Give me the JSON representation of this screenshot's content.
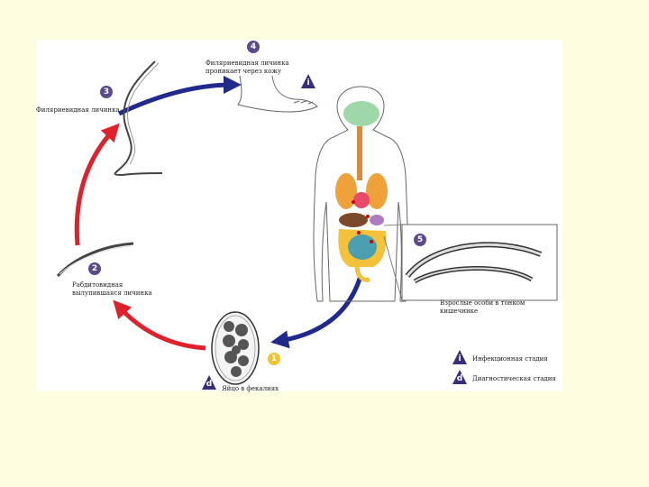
{
  "colors": {
    "page_bg": "#fefde0",
    "panel_bg": "#ffffff",
    "stage_badge": "#5c4a8c",
    "egg_badge": "#f2c42e",
    "infective_arrow": "#1f2a8c",
    "development_arrow": "#e0202a",
    "marker_triangle": "#3a2d78"
  },
  "stages": [
    {
      "number": "4",
      "lines": [
        "Филяриевидная личинка",
        "проникает через кожу"
      ]
    },
    {
      "number": "3",
      "lines": [
        "Филяриевидная личинка"
      ]
    },
    {
      "number": "2",
      "lines": [
        "Рабдитовидная",
        "вылупившаяся личинка"
      ]
    },
    {
      "number": "1",
      "lines": [
        "Яйцо в фекалиях"
      ]
    },
    {
      "number": "5",
      "lines": [
        "Взрослые особи в тонком",
        "кишечнике"
      ]
    }
  ],
  "markers": {
    "infective": "i",
    "diagnostic": "d"
  },
  "legend": [
    {
      "marker": "i",
      "label": "Инфекционная стадия"
    },
    {
      "marker": "d",
      "label": "Диагностическая стадия"
    }
  ]
}
